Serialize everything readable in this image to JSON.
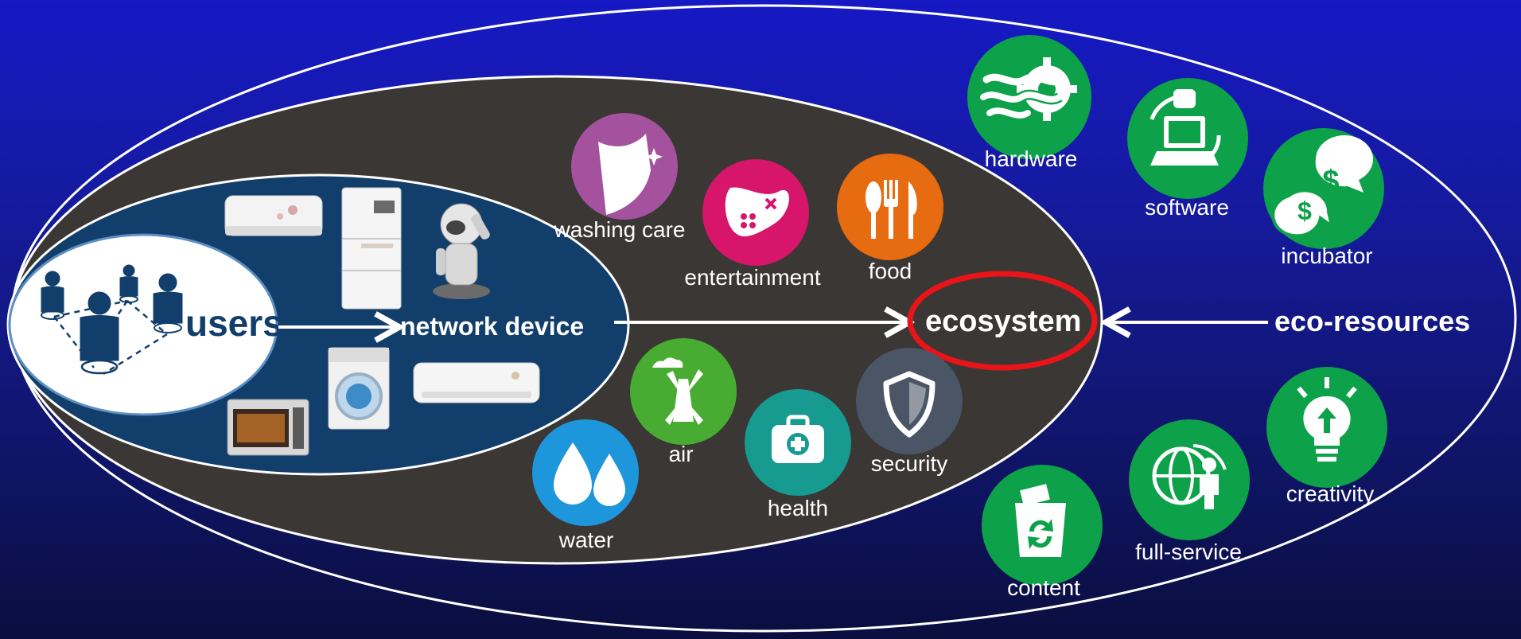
{
  "diagram": {
    "users_label": "users",
    "network_device_label": "network device",
    "ecosystem_label": "ecosystem",
    "eco_resources_label": "eco-resources",
    "ecosystem_categories": [
      {
        "key": "washing",
        "label": "washing care",
        "color": "#a4529e",
        "icon": "shield-sparkle-icon"
      },
      {
        "key": "entertainment",
        "label": "entertainment",
        "color": "#d6156b",
        "icon": "gamepad-icon"
      },
      {
        "key": "food",
        "label": "food",
        "color": "#e76b10",
        "icon": "cutlery-icon"
      },
      {
        "key": "water",
        "label": "water",
        "color": "#1e96dc",
        "icon": "water-drops-icon"
      },
      {
        "key": "air",
        "label": "air",
        "color": "#48ac32",
        "icon": "windmill-icon"
      },
      {
        "key": "health",
        "label": "health",
        "color": "#179a90",
        "icon": "medical-kit-icon"
      },
      {
        "key": "security",
        "label": "security",
        "color": "#4a5566",
        "icon": "shield-icon"
      }
    ],
    "eco_resources": [
      {
        "key": "hardware",
        "label": "hardware",
        "color": "#0da14a",
        "icon": "hardware-gear-icon"
      },
      {
        "key": "software",
        "label": "software",
        "color": "#0da14a",
        "icon": "software-computer-icon"
      },
      {
        "key": "incubator",
        "label": "incubator",
        "color": "#0da14a",
        "icon": "money-chat-icon"
      },
      {
        "key": "creativity",
        "label": "creativity",
        "color": "#0da14a",
        "icon": "lightbulb-icon"
      },
      {
        "key": "full_service",
        "label": "full-service",
        "color": "#0da14a",
        "icon": "globe-person-icon"
      },
      {
        "key": "content",
        "label": "content",
        "color": "#0da14a",
        "icon": "recycle-bin-icon"
      }
    ],
    "devices": [
      "water-heater-icon",
      "refrigerator-icon",
      "robot-icon",
      "washing-machine-icon",
      "air-conditioner-icon",
      "oven-icon"
    ],
    "colors": {
      "background_top": "#1619c4",
      "background_bottom": "#0a0e3e",
      "middle_ellipse": "#3b3735",
      "inner_ellipse": "#123e6b",
      "users_ellipse": "#ffffff",
      "users_text": "#123e6b",
      "highlight": "#e8141a"
    }
  }
}
